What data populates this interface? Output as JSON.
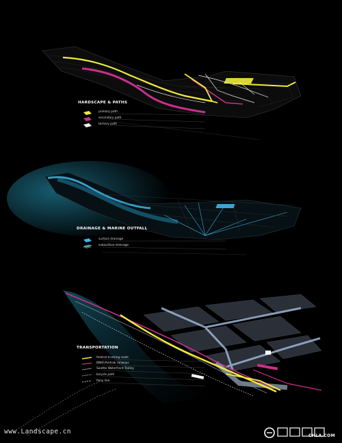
{
  "sections": [
    {
      "id": "hardscape",
      "title": "HARDSCAPE & PATHS",
      "legend": [
        {
          "label": "primary path",
          "color": "#f2ec3a"
        },
        {
          "label": "secondary path",
          "color": "#c8308a"
        },
        {
          "label": "tertiary path",
          "color": "#f4f4f4"
        }
      ]
    },
    {
      "id": "drainage",
      "title": "DRAINAGE & MARINE OUTFALL",
      "legend": [
        {
          "label": "surface drainage",
          "color": "#3fb6e8"
        },
        {
          "label": "subsurface drainage",
          "color": "#1d6e9a"
        }
      ]
    },
    {
      "id": "transportation",
      "title": "TRANSPORTATION",
      "legend": [
        {
          "label": "federal trucking route",
          "color": "#f2ec3a"
        },
        {
          "label": "BNSF/Amtrak railways",
          "color": "#c8308a"
        },
        {
          "label": "Seattle Waterfront Trolley",
          "color": "#8a8a8a"
        },
        {
          "label": "bicycle path",
          "color": "#cfcfcf"
        },
        {
          "label": "ferry line",
          "color": "#ffffff"
        }
      ]
    }
  ],
  "watermark": "www.Landscape.cn",
  "logo": {
    "text": "CHLA.COM"
  },
  "colors": {
    "yellow": "#f2ec3a",
    "magenta": "#c8308a",
    "cyan": "#3fb6e8",
    "blue_road": "#9db4d4"
  }
}
